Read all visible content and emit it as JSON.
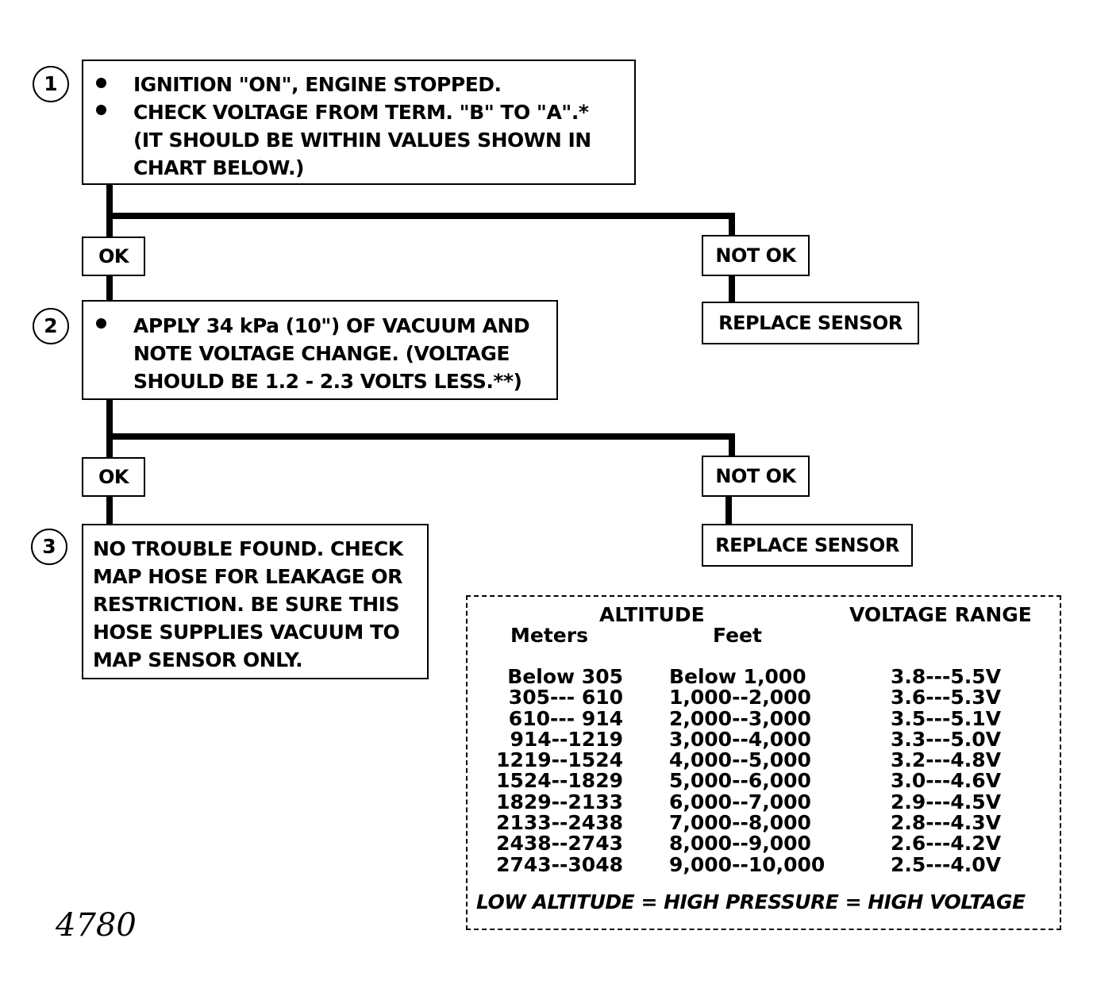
{
  "steps": [
    {
      "number": "1",
      "lines": [
        "IGNITION \"ON\", ENGINE STOPPED.",
        "CHECK VOLTAGE FROM TERM. \"B\" TO \"A\".*",
        "(IT SHOULD BE WITHIN VALUES SHOWN IN",
        "CHART BELOW.)"
      ]
    },
    {
      "number": "2",
      "lines": [
        "APPLY 34 kPa (10\") OF VACUUM AND",
        "NOTE VOLTAGE CHANGE.  (VOLTAGE",
        "SHOULD BE 1.2  -  2.3 VOLTS LESS.**)"
      ]
    },
    {
      "number": "3",
      "lines": [
        "NO TROUBLE FOUND.  CHECK",
        "MAP HOSE FOR LEAKAGE OR",
        "RESTRICTION.  BE SURE THIS",
        "HOSE SUPPLIES VACUUM TO",
        "MAP SENSOR ONLY."
      ]
    }
  ],
  "labels": {
    "ok": "OK",
    "not_ok": "NOT OK",
    "replace_1": "REPLACE SENSOR",
    "replace_2": "REPLACE SENSOR"
  },
  "table": {
    "header_altitude": "ALTITUDE",
    "header_voltage": "VOLTAGE RANGE",
    "header_meters": "Meters",
    "header_feet": "Feet",
    "meters": [
      "Below  305",
      "305--- 610",
      "610--- 914",
      "914--1219",
      "1219--1524",
      "1524--1829",
      "1829--2133",
      "2133--2438",
      "2438--2743",
      "2743--3048"
    ],
    "feet": [
      "Below 1,000",
      "1,000--2,000",
      "2,000--3,000",
      "3,000--4,000",
      "4,000--5,000",
      "5,000--6,000",
      "6,000--7,000",
      "7,000--8,000",
      "8,000--9,000",
      "9,000--10,000"
    ],
    "voltage": [
      "3.8---5.5V",
      "3.6---5.3V",
      "3.5---5.1V",
      "3.3---5.0V",
      "3.2---4.8V",
      "3.0---4.6V",
      "2.9---4.5V",
      "2.8---4.3V",
      "2.6---4.2V",
      "2.5---4.0V"
    ],
    "note": "LOW ALTITUDE  =  HIGH PRESSURE  =  HIGH VOLTAGE"
  },
  "figure_number": "4780"
}
